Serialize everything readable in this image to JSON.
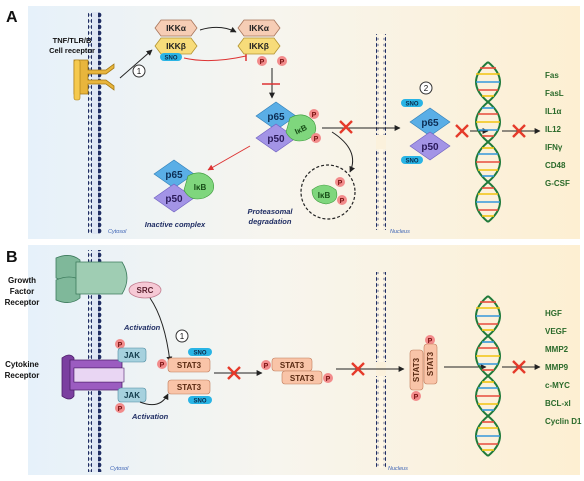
{
  "panels": {
    "a": {
      "letter": "A",
      "receptor_label": [
        "TNF/TLR/B",
        "Cell receptor"
      ],
      "ikka": "IKKα",
      "ikkb": "IKKβ",
      "sno": "SNO",
      "p": "P",
      "p65": "p65",
      "p50": "p50",
      "ikb": "IκB",
      "step1": "1",
      "step2": "2",
      "inactive_complex": "Inactive complex",
      "proteasomal": [
        "Proteasomal",
        "degradation"
      ],
      "cytosol": "Cytosol",
      "nucleus": "Nucleus",
      "genes": [
        "Fas",
        "FasL",
        "IL1α",
        "IL12",
        "IFNγ",
        "CD48",
        "G-CSF"
      ]
    },
    "b": {
      "letter": "B",
      "growth_factor_label": [
        "Growth",
        "Factor",
        "Receptor"
      ],
      "cytokine_label": [
        "Cytokine",
        "Receptor"
      ],
      "src": "SRC",
      "activation": "Activation",
      "jak": "JAK",
      "stat3": "STAT3",
      "sno": "SNO",
      "p": "P",
      "step1": "1",
      "cytosol": "Cytosol",
      "nucleus": "Nucleus",
      "genes": [
        "HGF",
        "VEGF",
        "MMP2",
        "MMP9",
        "c-MYC",
        "BCL-xl",
        "Cyclin D1"
      ]
    }
  },
  "colors": {
    "background_left": "#eaf3fb",
    "background_right": "#fdf3dc",
    "membrane": "#1f2d63",
    "ikk": "#f6cdb5",
    "ikkb": "#f7dc7a",
    "sno": "#29b4e5",
    "phospho": "#f28b8b",
    "p65": "#5aaee6",
    "p50": "#a394e6",
    "ikb": "#7fd67d",
    "stat3": "#f9c4a8",
    "jak": "#a6d1de",
    "src": "#f6c9d5",
    "growth_receptor": "#7fb89a",
    "cytokine_receptor": "#7b3fa0",
    "inhibit": "#e53a2a",
    "dna_backbone": "#1f7a3a",
    "gene_text": "#2a6a2a"
  }
}
